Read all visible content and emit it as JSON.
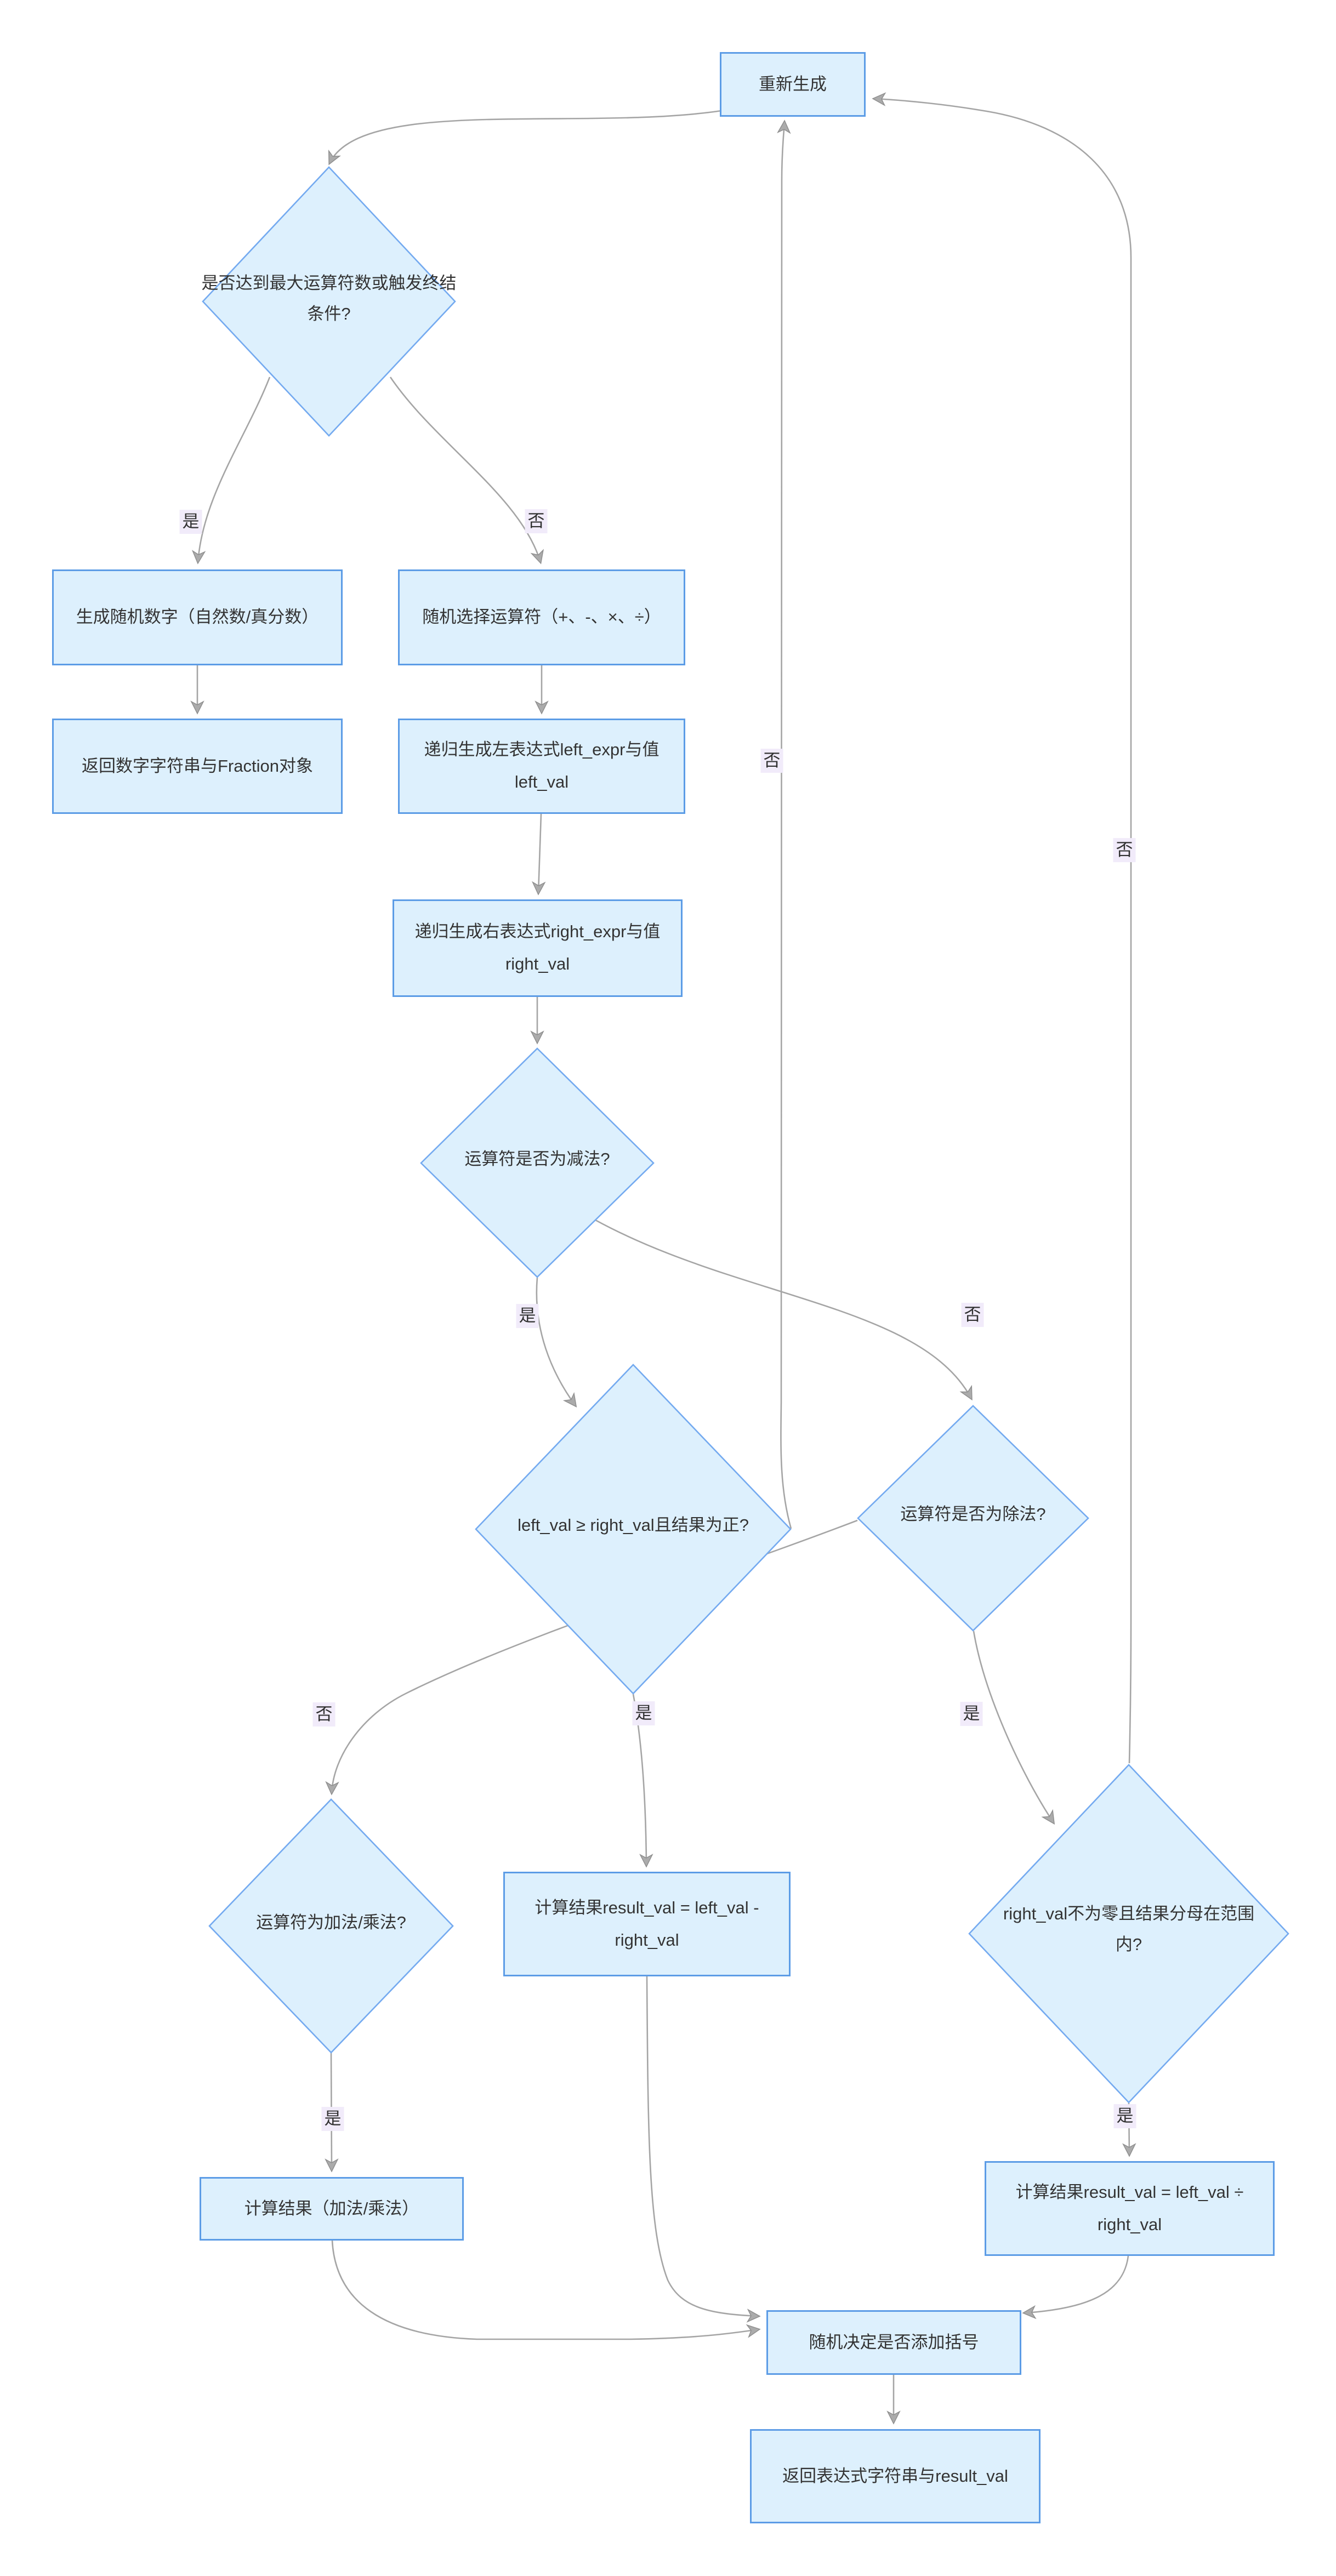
{
  "diagram": {
    "type": "flowchart",
    "direction": "top-down",
    "colors": {
      "node_fill": "#ddf0fd",
      "rect_border": "#5c9ce6",
      "diamond_border": "#74aaf0",
      "edge": "#a5a5a5",
      "arrow_fill": "#ababab",
      "arrow_stroke": "#8f8f8f",
      "label_bg": "#f1ebfa",
      "text": "#333333"
    },
    "nodes": {
      "regenerate": {
        "label": "重新生成",
        "shape": "rect"
      },
      "check_terminal": {
        "label": "是否达到最大运算符数或触发终结条件?",
        "shape": "diamond"
      },
      "gen_number": {
        "label": "生成随机数字（自然数/真分数）",
        "shape": "rect"
      },
      "return_number": {
        "label": "返回数字字符串与Fraction对象",
        "shape": "rect"
      },
      "pick_operator": {
        "label": "随机选择运算符（+、-、×、÷）",
        "shape": "rect"
      },
      "gen_left": {
        "label": "递归生成左表达式left_expr与值 left_val",
        "shape": "rect"
      },
      "gen_right": {
        "label": "递归生成右表达式right_expr与值 right_val",
        "shape": "rect"
      },
      "is_subtraction": {
        "label": "运算符是否为减法?",
        "shape": "diamond"
      },
      "sub_check": {
        "label": "left_val ≥ right_val且结果为正?",
        "shape": "diamond"
      },
      "is_division": {
        "label": "运算符是否为除法?",
        "shape": "diamond"
      },
      "div_check": {
        "label": "right_val不为零且结果分母在范围内?",
        "shape": "diamond"
      },
      "is_add_mul": {
        "label": "运算符为加法/乘法?",
        "shape": "diamond"
      },
      "sub_result": {
        "label": "计算结果result_val = left_val - right_val",
        "shape": "rect"
      },
      "div_result": {
        "label": "计算结果result_val = left_val ÷ right_val",
        "shape": "rect"
      },
      "add_mul_result": {
        "label": "计算结果（加法/乘法）",
        "shape": "rect"
      },
      "add_parens": {
        "label": "随机决定是否添加括号",
        "shape": "rect"
      },
      "return_expr": {
        "label": "返回表达式字符串与result_val",
        "shape": "rect"
      }
    },
    "edges": [
      {
        "from": "regenerate",
        "to": "check_terminal",
        "label": ""
      },
      {
        "from": "check_terminal",
        "to": "gen_number",
        "label": "是"
      },
      {
        "from": "check_terminal",
        "to": "pick_operator",
        "label": "否"
      },
      {
        "from": "gen_number",
        "to": "return_number",
        "label": ""
      },
      {
        "from": "pick_operator",
        "to": "gen_left",
        "label": ""
      },
      {
        "from": "gen_left",
        "to": "gen_right",
        "label": ""
      },
      {
        "from": "gen_right",
        "to": "is_subtraction",
        "label": ""
      },
      {
        "from": "is_subtraction",
        "to": "sub_check",
        "label": "是"
      },
      {
        "from": "is_subtraction",
        "to": "is_division",
        "label": "否"
      },
      {
        "from": "sub_check",
        "to": "sub_result",
        "label": "是"
      },
      {
        "from": "sub_check",
        "to": "regenerate",
        "label": "否"
      },
      {
        "from": "is_division",
        "to": "div_check",
        "label": "是"
      },
      {
        "from": "is_division",
        "to": "is_add_mul",
        "label": "否"
      },
      {
        "from": "div_check",
        "to": "div_result",
        "label": "是"
      },
      {
        "from": "div_check",
        "to": "regenerate",
        "label": "否"
      },
      {
        "from": "is_add_mul",
        "to": "add_mul_result",
        "label": "是"
      },
      {
        "from": "sub_result",
        "to": "add_parens",
        "label": ""
      },
      {
        "from": "add_mul_result",
        "to": "add_parens",
        "label": ""
      },
      {
        "from": "div_result",
        "to": "add_parens",
        "label": ""
      },
      {
        "from": "add_parens",
        "to": "return_expr",
        "label": ""
      }
    ]
  }
}
